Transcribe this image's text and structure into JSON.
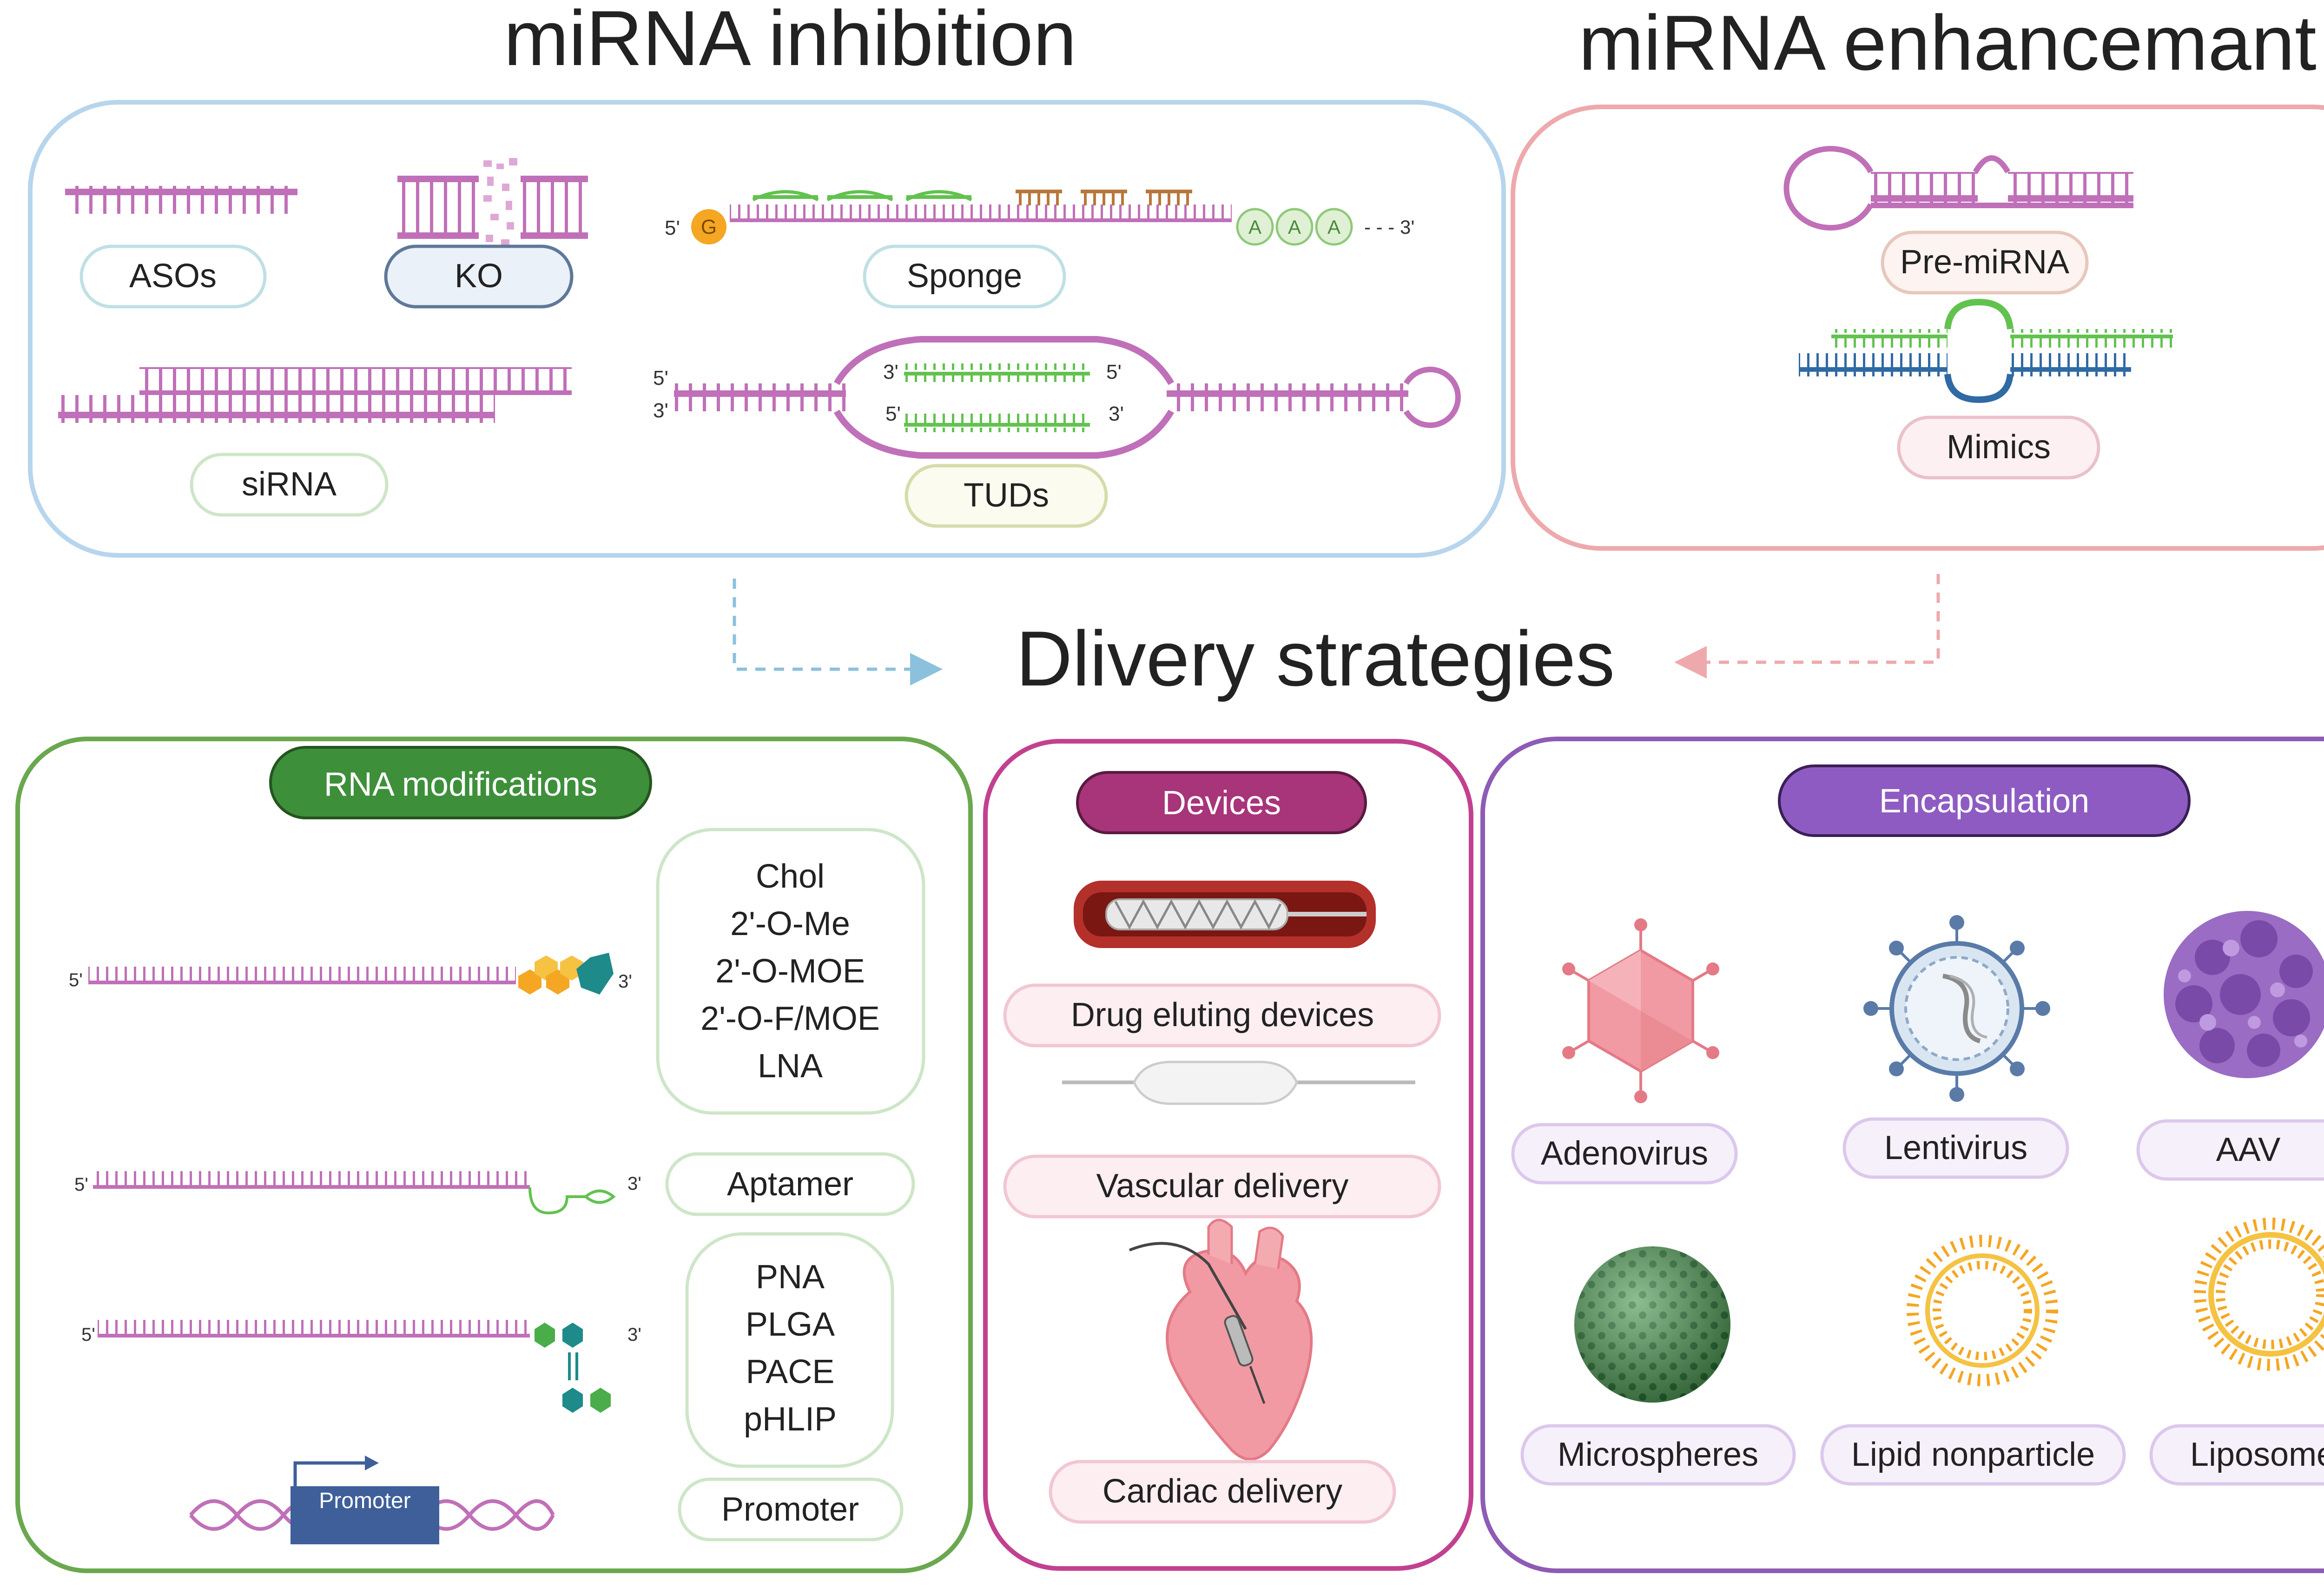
{
  "titles": {
    "inhibition": "miRNA inhibition",
    "enhancement": "miRNA enhancemant",
    "delivery": "Dlivery strategies"
  },
  "inhibition": {
    "asos": "ASOs",
    "ko": "KO",
    "sponge": "Sponge",
    "sirna": "siRNA",
    "tuds": "TUDs",
    "sponge_cap": "G",
    "sponge_tail": [
      "A",
      "A",
      "A"
    ]
  },
  "enhancement": {
    "pre_mirna": "Pre-miRNA",
    "mimics": "Mimics"
  },
  "ends": {
    "five": "5'",
    "three": "3'",
    "dash_three": "- - - 3'"
  },
  "rna_modifications": {
    "header": "RNA modifications",
    "chem_list": [
      "Chol",
      "2'-O-Me",
      "2'-O-MOE",
      "2'-O-F/MOE",
      "LNA"
    ],
    "aptamer": "Aptamer",
    "polymer_list": [
      "PNA",
      "PLGA",
      "PACE",
      "pHLIP"
    ],
    "promoter_label": "Promoter",
    "promoter_box": "Promoter"
  },
  "devices": {
    "header": "Devices",
    "items": [
      "Drug eluting devices",
      "Vascular delivery",
      "Cardiac delivery"
    ]
  },
  "encapsulation": {
    "header": "Encapsulation",
    "items": [
      "Adenovirus",
      "Lentivirus",
      "AAV",
      "Microspheres",
      "Lipid nonparticle",
      "Liposome"
    ]
  },
  "colors": {
    "inhibition_border": "#b7d5ec",
    "enhancement_border": "#eea9ad",
    "rna_mod_border": "#6aa84f",
    "devices_border": "#c2418f",
    "encapsulation_border": "#8e5bb5",
    "rna_strand": "#c070b8",
    "green_strand": "#62c24f",
    "blue_strand": "#2f6aa4"
  }
}
